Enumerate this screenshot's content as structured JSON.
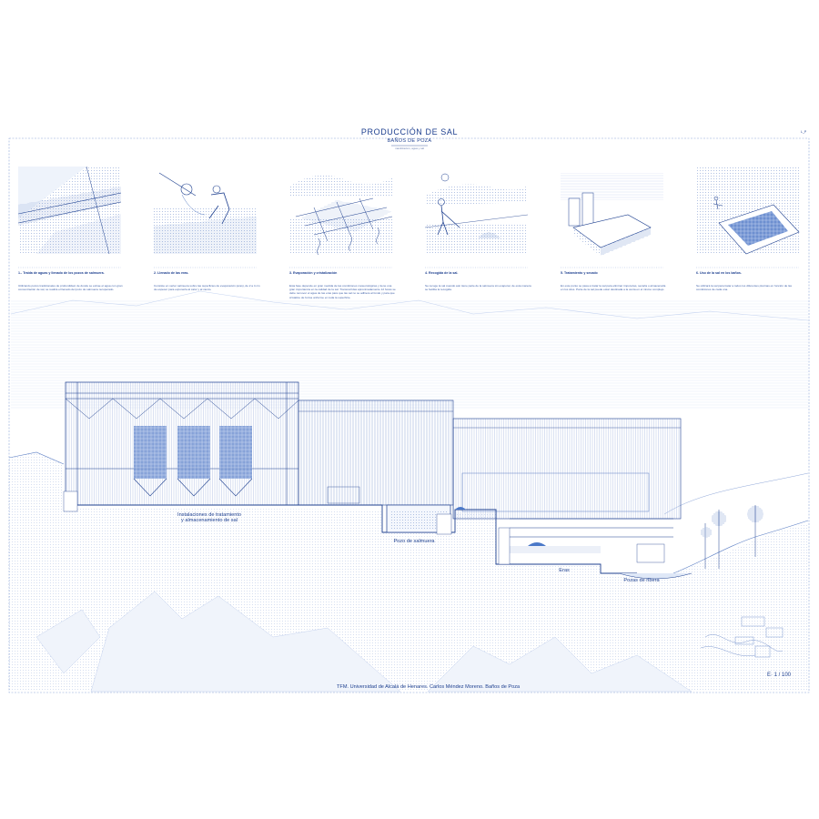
{
  "sheet": {
    "title": "PRODUCCIÓN DE SAL",
    "subtitle": "BAÑOS DE POZA",
    "subsubtitle": "maxitizacion, agua y sal",
    "corner_tag": "L_P",
    "scale": "E· 1 / 100",
    "footer": "TFM. Universidad de Alcalá de Henares. Carlos Méndez Moreno. Baños de Poza"
  },
  "steps": [
    {
      "heading": "1.-      Traida de aguas y llenado de los pozos de salmuera.",
      "body": "Utilizando pozos tradicionales de profundidad, de donde se extrae el agua con gran concentración de sal, se realiza el llenado del pozo de salmuera recuperado.",
      "icon": "salt-well-icon"
    },
    {
      "heading": "2. Llenado de las eras.",
      "body": "Consiste en verter salmuera sobre las superficies de evaporación (eras), de 2 a 4 cm de espesor para exponerla al calor y al viento.",
      "icon": "worker-pouring-icon"
    },
    {
      "heading": "3. Evaporación y cristalización",
      "body": "Esta fase depende en gran medida de las condiciones meteorológicas y tiene una gran importancia en la calidad de la sal. Transcurridas aproximadamente 12 horas se debe remover el agua de las eras para que las sal no se adhiera al fondo y para que cristalice de forma uniforme en toda la superficie.",
      "icon": "evaporation-grid-icon"
    },
    {
      "heading": "4. Recogida de la sal.",
      "body": "Se recoge la sal cuando aún tiene parte de la salmuera sin evaporar, de esta manera se facilita la recogida.",
      "icon": "salt-raking-icon"
    },
    {
      "heading": "5. Tratamiento y secado",
      "body": "En este punto se pasa a tratar la sal para eliminar impurezas, secarla o almacenarla en los silos. Parte de la sal puede estar destinada a la venta en el mismo complejo.",
      "icon": "silos-storage-icon"
    },
    {
      "heading": "6. Uso de la sal en los baños.",
      "body": "Se utilizará la sal para tratar a todos los diferentes piscinas en función de las condiciones de cada una.",
      "icon": "bath-pool-icon"
    }
  ],
  "section_labels": {
    "installations_line1": "Instalaciones de tratamiento",
    "installations_line2": "y almacenamiento de sal",
    "brine_well": "Pozo de salmuera",
    "eras": "Eras",
    "pools": "Pozas de ribera"
  },
  "colors": {
    "ink": "#1d3f8f",
    "line": "#5b7ec4",
    "fill_light": "#dfe8f7",
    "hatch": "#9fb4de",
    "accent_blue": "#4a78c8"
  }
}
